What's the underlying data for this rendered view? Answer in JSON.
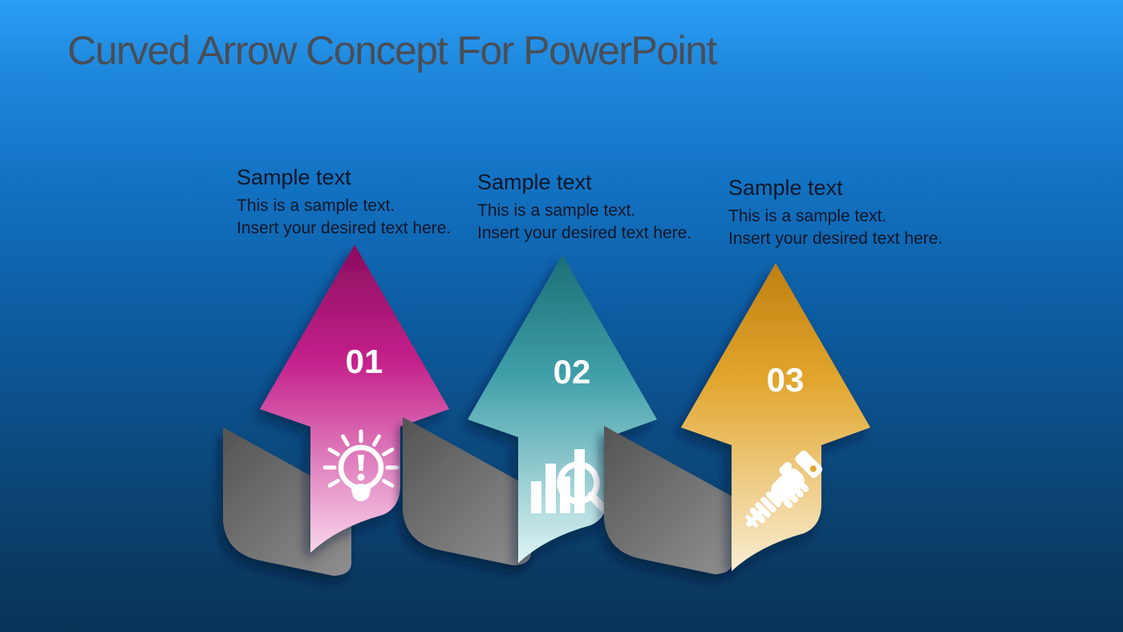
{
  "slide": {
    "title": "Curved Arrow Concept For PowerPoint",
    "title_color": "#4A4D55",
    "text_color": "#0D1726",
    "background": {
      "top": "#2C9EF6",
      "upper": "#1F8ADF",
      "mid_upper": "#1373C4",
      "middle": "#0C5A9E",
      "lower": "#0B4474",
      "bottom": "#093357"
    }
  },
  "ribbon": {
    "color_dark": "#545454",
    "color_light": "#8C8C8C"
  },
  "steps": [
    {
      "number": "01",
      "heading": "Sample text",
      "line1": "This is a sample text.",
      "line2": "Insert your desired text here.",
      "icon": "lightbulb-exclamation-icon",
      "color_top": "#8A0D5E",
      "color_mid": "#C4218B",
      "color_bottom": "#F9D6EC"
    },
    {
      "number": "02",
      "heading": "Sample text",
      "line1": "This is a sample text.",
      "line2": "Insert your desired text here.",
      "icon": "bar-chart-magnifier-icon",
      "color_top": "#1C6E75",
      "color_mid": "#3E9EA8",
      "color_bottom": "#DFF4F4"
    },
    {
      "number": "03",
      "heading": "Sample text",
      "line1": "This is a sample text.",
      "line2": "Insert your desired text here.",
      "icon": "handshake-icon",
      "color_top": "#BF7F10",
      "color_mid": "#E2A62E",
      "color_bottom": "#F9EDD3"
    }
  ]
}
